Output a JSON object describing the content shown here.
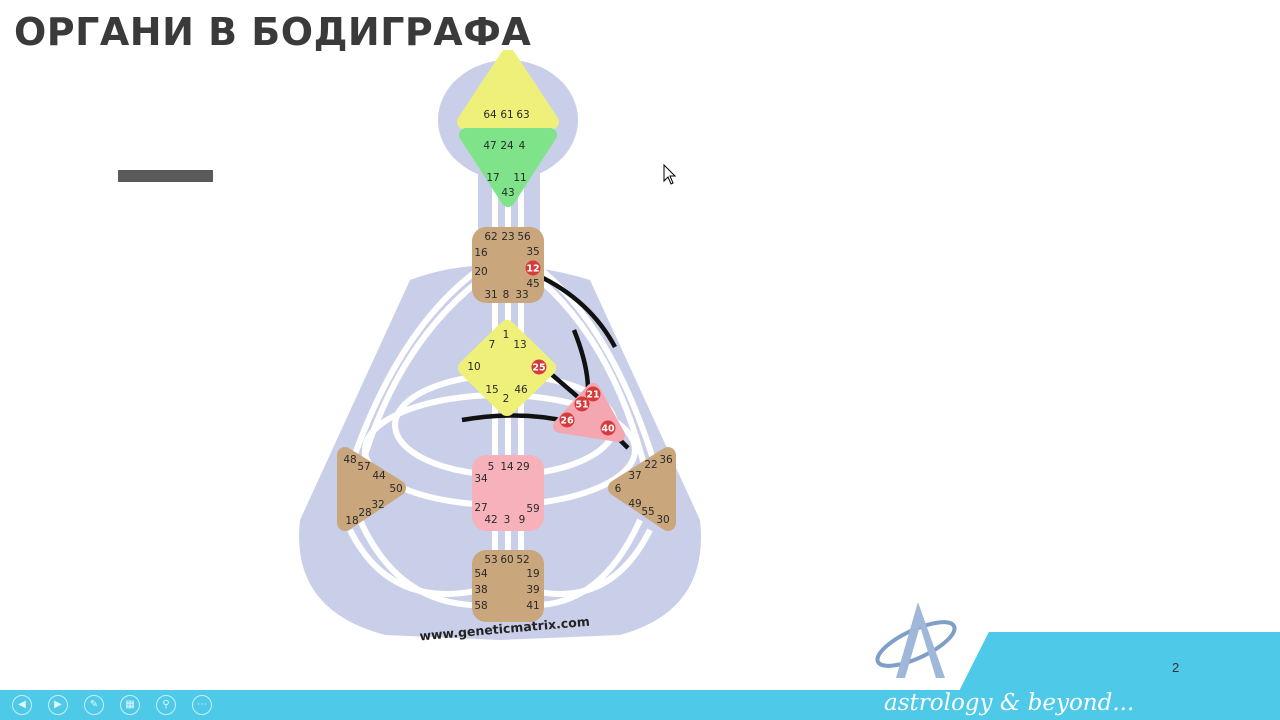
{
  "slide": {
    "title": "ОРГАНИ В БОДИГРАФА",
    "page_number": "2",
    "footer_tagline": "astrology & beyond..."
  },
  "bodygraph": {
    "watermark": "www.geneticmatrix.com",
    "colors": {
      "silhouette": "#c9cfe8",
      "channel_inactive": "#ffffff",
      "channel_active": "#111111",
      "head": "#eef07a",
      "ajna": "#7fe38a",
      "throat": "#c9a67c",
      "g_center": "#eef07a",
      "heart": "#f4a7b0",
      "sacral": "#f7b1bb",
      "spleen": "#c9a67c",
      "solar_plexus": "#c9a67c",
      "root": "#c9a67c",
      "gate_active": "#d63b3b"
    },
    "gates": {
      "head": [
        "64",
        "61",
        "63"
      ],
      "ajna": [
        "47",
        "24",
        "4",
        "17",
        "11",
        "43"
      ],
      "throat": [
        "62",
        "23",
        "56",
        "16",
        "35",
        "20",
        "12",
        "45",
        "31",
        "8",
        "33"
      ],
      "g_center": [
        "1",
        "7",
        "13",
        "10",
        "25",
        "15",
        "46",
        "2"
      ],
      "heart": [
        "21",
        "51",
        "26",
        "40"
      ],
      "spleen": [
        "48",
        "57",
        "44",
        "50",
        "32",
        "28",
        "18"
      ],
      "sacral": [
        "5",
        "14",
        "29",
        "34",
        "27",
        "59",
        "42",
        "3",
        "9"
      ],
      "solar_plexus": [
        "36",
        "22",
        "37",
        "6",
        "49",
        "55",
        "30"
      ],
      "root": [
        "53",
        "60",
        "52",
        "54",
        "19",
        "38",
        "39",
        "58",
        "41"
      ]
    },
    "active_gates": [
      "12",
      "25",
      "21",
      "51",
      "26",
      "40"
    ]
  }
}
